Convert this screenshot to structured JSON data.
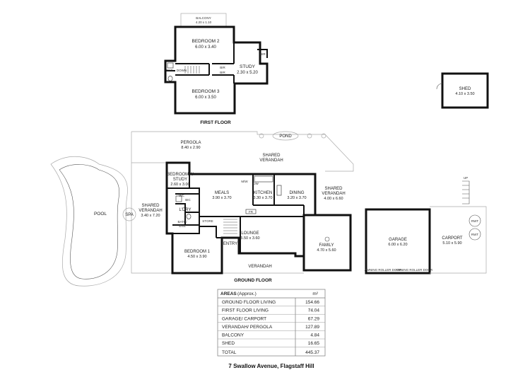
{
  "title": "7 Swallow Avenue, Flagstaff Hill",
  "first_floor": {
    "heading": "FIRST FLOOR",
    "balcony": {
      "name": "BALCONY",
      "dims": "4.20 x 1.10"
    },
    "bedroom2": {
      "name": "BEDROOM 2",
      "dims": "6.00 x 3.40"
    },
    "bedroom3": {
      "name": "BEDROOM 3",
      "dims": "6.00 x 3.50"
    },
    "study": {
      "name": "STUDY",
      "dims": "2.30 x 5.20"
    },
    "ens": "ENS",
    "down": "DOWN",
    "bir1": "BIR",
    "bir2": "BIR",
    "bir3": "BIR"
  },
  "shed": {
    "name": "SHED",
    "dims": "4.10 x 3.50"
  },
  "ground_floor": {
    "heading": "GROUND FLOOR",
    "pond": "POND",
    "pergola": {
      "name": "PERGOLA",
      "dims": "8.40 x 2.90"
    },
    "shared_verandah_top": {
      "line1": "SHARED",
      "line2": "VERANDAH"
    },
    "bedroom4": {
      "line1": "BEDROOM 4/",
      "line2": "STUDY",
      "dims": "2.60 x 3.00"
    },
    "meals": {
      "name": "MEALS",
      "dims": "3.90 x 3.70"
    },
    "kitchen": {
      "name": "KITCHEN",
      "dims": "3.30 x 3.70"
    },
    "dining": {
      "name": "DINING",
      "dims": "3.20 x 3.70"
    },
    "shared_verandah_right": {
      "line1": "SHARED",
      "line2": "VERANDAH",
      "dims": "4.00 x 6.60"
    },
    "shared_verandah_left": {
      "line1": "SHARED",
      "line2": "VERANDAH",
      "dims": "3.40 x 7.20"
    },
    "pool": "POOL",
    "spa": "SPA",
    "ldry": "L'DRY",
    "bath_ens": {
      "line1": "BATH/",
      "line2": "ENS"
    },
    "store": "STORE",
    "lounge": {
      "name": "LOUNGE",
      "dims": "5.50 x 3.60"
    },
    "entry": "ENTRY",
    "family": {
      "name": "FAMILY",
      "dims": "4.70 x 5.60"
    },
    "bedroom1": {
      "name": "BEDROOM 1",
      "dims": "4.50 x 3.90"
    },
    "verandah": "VERANDAH",
    "garage": {
      "name": "GARAGE",
      "dims": "6.00 x 6.20"
    },
    "carport": {
      "name": "CARPORT",
      "dims": "5.10 x 5.90"
    },
    "rwt1": "RWT",
    "rwt2": "RWT",
    "up": "UP",
    "roller1": "AWNING ROLLER DOOR",
    "roller2": "AWNING ROLLER DOOR",
    "fr": "FR",
    "wc": "WC",
    "bic": "BIC",
    "dw": "DW",
    "mw": "M/W"
  },
  "areas": {
    "header": "AREAS",
    "header_note": "(Approx.)",
    "unit": "m²",
    "rows": [
      {
        "label": "GROUND FLOOR LIVING",
        "value": "154.66"
      },
      {
        "label": "FIRST FLOOR LIVING",
        "value": "74.04"
      },
      {
        "label": "GARAGE/ CARPORT",
        "value": "67.29"
      },
      {
        "label": "VERANDAH/ PERGOLA",
        "value": "127.89"
      },
      {
        "label": "BALCONY",
        "value": "4.84"
      },
      {
        "label": "SHED",
        "value": "16.65"
      }
    ],
    "total_label": "TOTAL",
    "total_value": "445.37"
  }
}
